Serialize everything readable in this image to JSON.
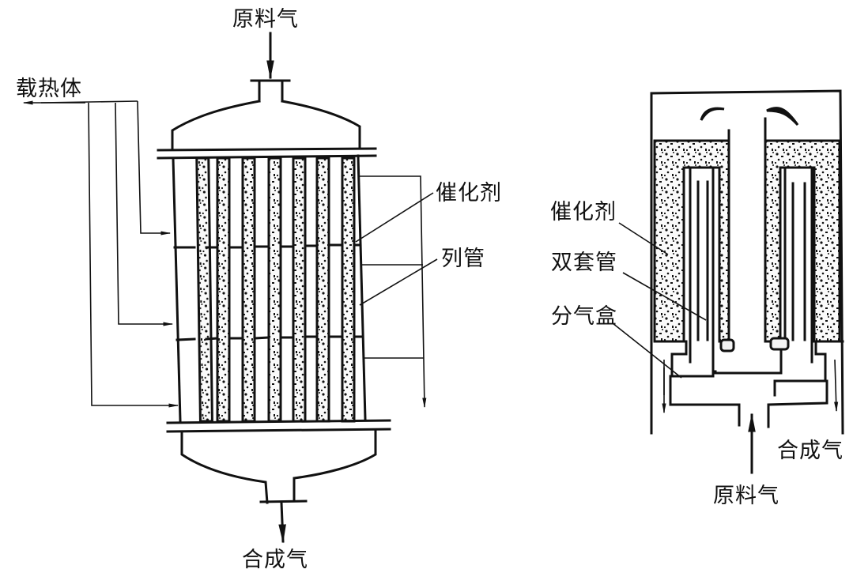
{
  "figure": {
    "left_reactor": {
      "name": "multitubular-fixed-bed-reactor",
      "labels": {
        "feed_gas": "原料气",
        "heat_carrier": "载热体",
        "catalyst": "催化剂",
        "tubes": "列管",
        "syngas": "合成气"
      },
      "tube_count": 7,
      "heat_carrier_inlets": 3,
      "heat_carrier_outlets": 3
    },
    "right_reactor": {
      "name": "double-tube-reactor",
      "labels": {
        "catalyst": "催化剂",
        "double_tube": "双套管",
        "gas_distributor": "分气盒",
        "syngas": "合成气",
        "feed_gas": "原料气"
      }
    }
  }
}
